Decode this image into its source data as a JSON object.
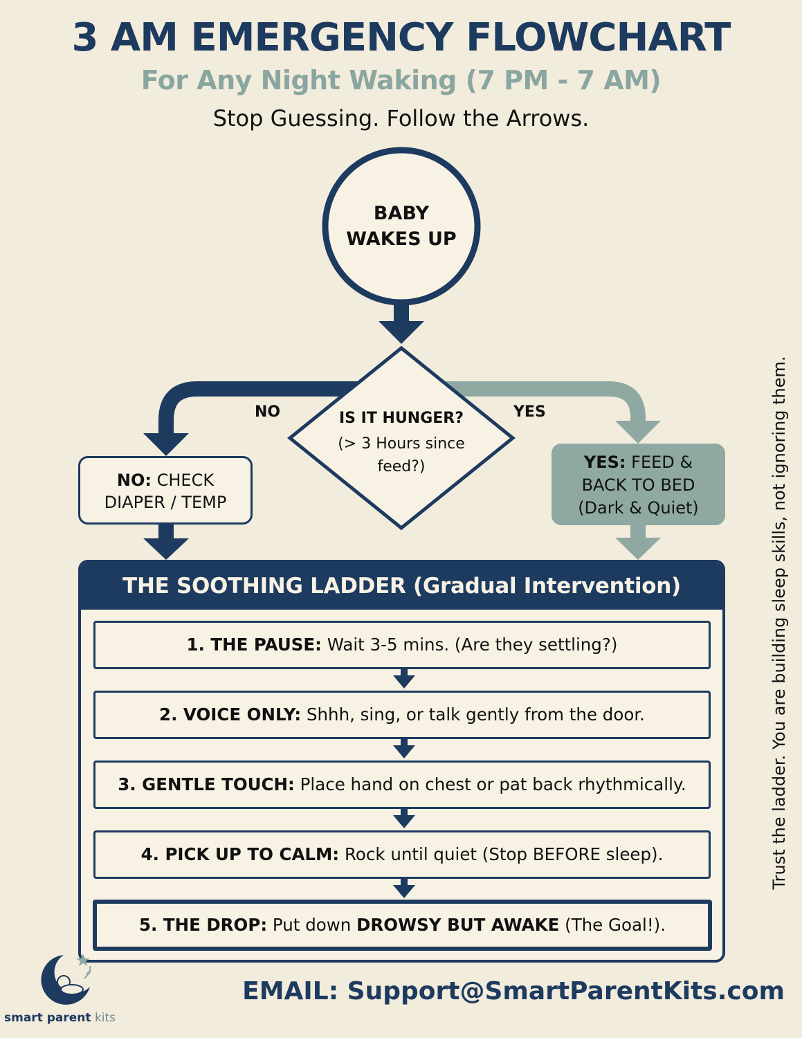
{
  "header": {
    "title": "3 AM EMERGENCY FLOWCHART",
    "subtitle": "For Any Night Waking (7 PM - 7 AM)",
    "tagline": "Stop Guessing. Follow the Arrows."
  },
  "flow": {
    "start": {
      "line1": "BABY",
      "line2": "WAKES UP"
    },
    "decision": {
      "question": "IS IT HUNGER?",
      "detail_line1": "(> 3 Hours since",
      "detail_line2": "feed?)"
    },
    "no_label": "NO",
    "yes_label": "YES",
    "no_box": {
      "bold": "NO:",
      "text1": " CHECK",
      "text2": "DIAPER / TEMP"
    },
    "yes_box": {
      "bold": "YES:",
      "text1": " FEED &",
      "text2": "BACK TO BED",
      "text3": "(Dark & Quiet)"
    }
  },
  "ladder": {
    "title": "THE SOOTHING LADDER (Gradual Intervention)",
    "steps": [
      {
        "bold": "1. THE PAUSE:",
        "text": " Wait 3-5 mins. (Are they settling?)"
      },
      {
        "bold": "2. VOICE ONLY:",
        "text": " Shhh, sing, or talk gently from the door."
      },
      {
        "bold": "3. GENTLE TOUCH:",
        "text": " Place hand on chest or pat back rhythmically."
      },
      {
        "bold": "4. PICK UP TO CALM:",
        "text": " Rock until quiet (Stop BEFORE sleep)."
      },
      {
        "bold": "5. THE DROP:",
        "text": " Put down ",
        "bold2": "DROWSY BUT AWAKE",
        "text2": " (The Goal!)."
      }
    ]
  },
  "side_note": "Trust the ladder. You are building sleep skills, not ignoring them.",
  "footer": {
    "email": "EMAIL: Support@SmartParentKits.com",
    "logo_bold": "smart parent",
    "logo_light": "kits"
  },
  "colors": {
    "navy": "#1d3a5f",
    "sage": "#8fa9a2",
    "cream": "#f2ecdd"
  }
}
